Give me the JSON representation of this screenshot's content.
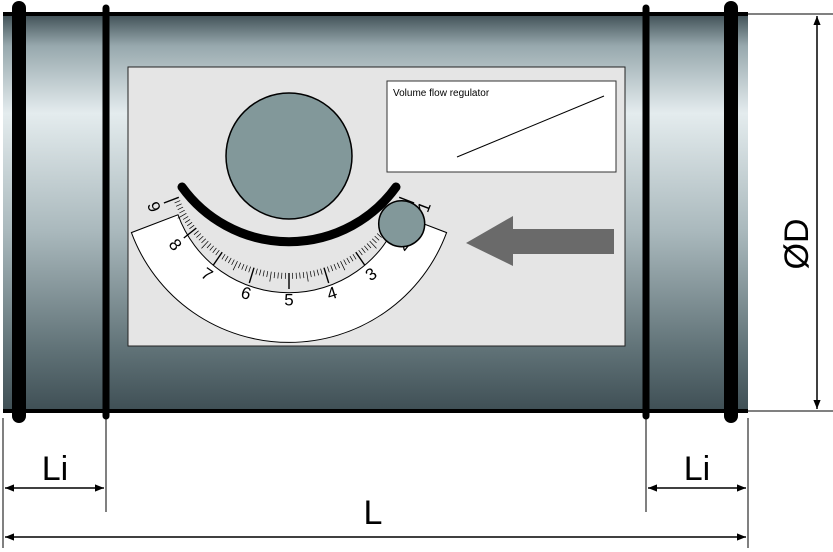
{
  "dimensions": {
    "diameter_label": "ØD",
    "length_label": "L",
    "insert_left_label": "Li",
    "insert_right_label": "Li"
  },
  "panel": {
    "chart_title": "Volume flow regulator"
  },
  "dial": {
    "scale_numbers": [
      "9",
      "8",
      "7",
      "6",
      "5",
      "4",
      "3",
      "2",
      "1"
    ],
    "setting": 1.6
  },
  "colors": {
    "duct_light": "#e4ecee",
    "duct_mid": "#97a8ad",
    "duct_dark": "#3f4f55",
    "knob": "#82989a",
    "panel": "#e5e5e5",
    "arrow": "#6a6a6a"
  },
  "icons": {
    "flow_direction": "left-arrow-icon"
  }
}
